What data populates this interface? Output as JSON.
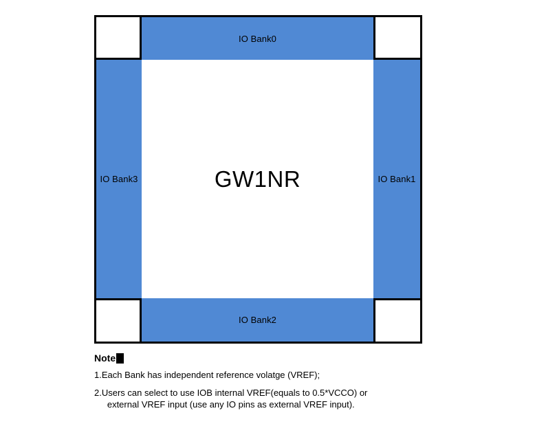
{
  "diagram": {
    "center_label": "GW1NR",
    "banks": {
      "top": "IO Bank0",
      "right": "IO Bank1",
      "bottom": "IO Bank2",
      "left": "IO Bank3"
    },
    "colors": {
      "bank_fill": "#5089d4",
      "core_fill": "#ffffff",
      "corner_fill": "#ffffff",
      "border": "#000000"
    }
  },
  "notes": {
    "heading": "Note",
    "items": [
      {
        "number": "1.",
        "lines": [
          "Each Bank has independent reference volatge (VREF);"
        ]
      },
      {
        "number": "2.",
        "lines": [
          "Users can select to use IOB internal VREF(equals to 0.5*VCCO) or",
          "external VREF input (use any IO pins as external VREF input)."
        ]
      }
    ]
  }
}
